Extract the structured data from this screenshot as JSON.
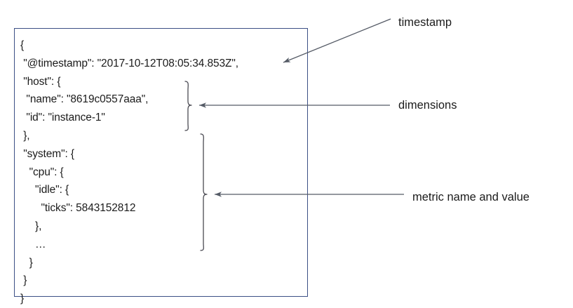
{
  "diagram": {
    "title_visible": false,
    "box": {
      "border_color": "#3c4f85",
      "background": "#ffffff"
    },
    "json_document": {
      "lines": [
        "{",
        " \"@timestamp\": \"2017-10-12T08:05:34.853Z\",",
        " \"host\": {",
        "  \"name\": \"8619c0557aaa\",",
        "  \"id\": \"instance-1\"",
        " },",
        " \"system\": {",
        "   \"cpu\": {",
        "     \"idle\": {",
        "       \"ticks\": 5843152812",
        "     },",
        "     …",
        "   }",
        " }",
        "}"
      ],
      "text": "{\n \"@timestamp\": \"2017-10-12T08:05:34.853Z\",\n \"host\": {\n  \"name\": \"8619c0557aaa\",\n  \"id\": \"instance-1\"\n },\n \"system\": {\n   \"cpu\": {\n     \"idle\": {\n       \"ticks\": 5843152812\n     },\n     …\n   }\n }\n}",
      "fields": {
        "timestamp_key": "@timestamp",
        "timestamp_value": "2017-10-12T08:05:34.853Z",
        "host_key": "host",
        "host_name_key": "name",
        "host_name_value": "8619c0557aaa",
        "host_id_key": "id",
        "host_id_value": "instance-1",
        "system_key": "system",
        "cpu_key": "cpu",
        "idle_key": "idle",
        "ticks_key": "ticks",
        "ticks_value": "5843152812",
        "ellipsis": "…"
      }
    },
    "annotations": [
      {
        "id": "timestamp",
        "label": "timestamp",
        "connector": "diagonal-arrow",
        "points_to": "@timestamp line"
      },
      {
        "id": "dimensions",
        "label": "dimensions",
        "connector": "horizontal-arrow-with-brace",
        "points_to": "host object"
      },
      {
        "id": "metric",
        "label": "metric name and value",
        "connector": "horizontal-arrow-with-brace",
        "points_to": "system.cpu.idle.ticks object"
      }
    ],
    "colors": {
      "text": "#1b1b1b",
      "arrow": "#555b66",
      "brace": "#4a4a52",
      "box_border": "#3c4f85"
    }
  }
}
